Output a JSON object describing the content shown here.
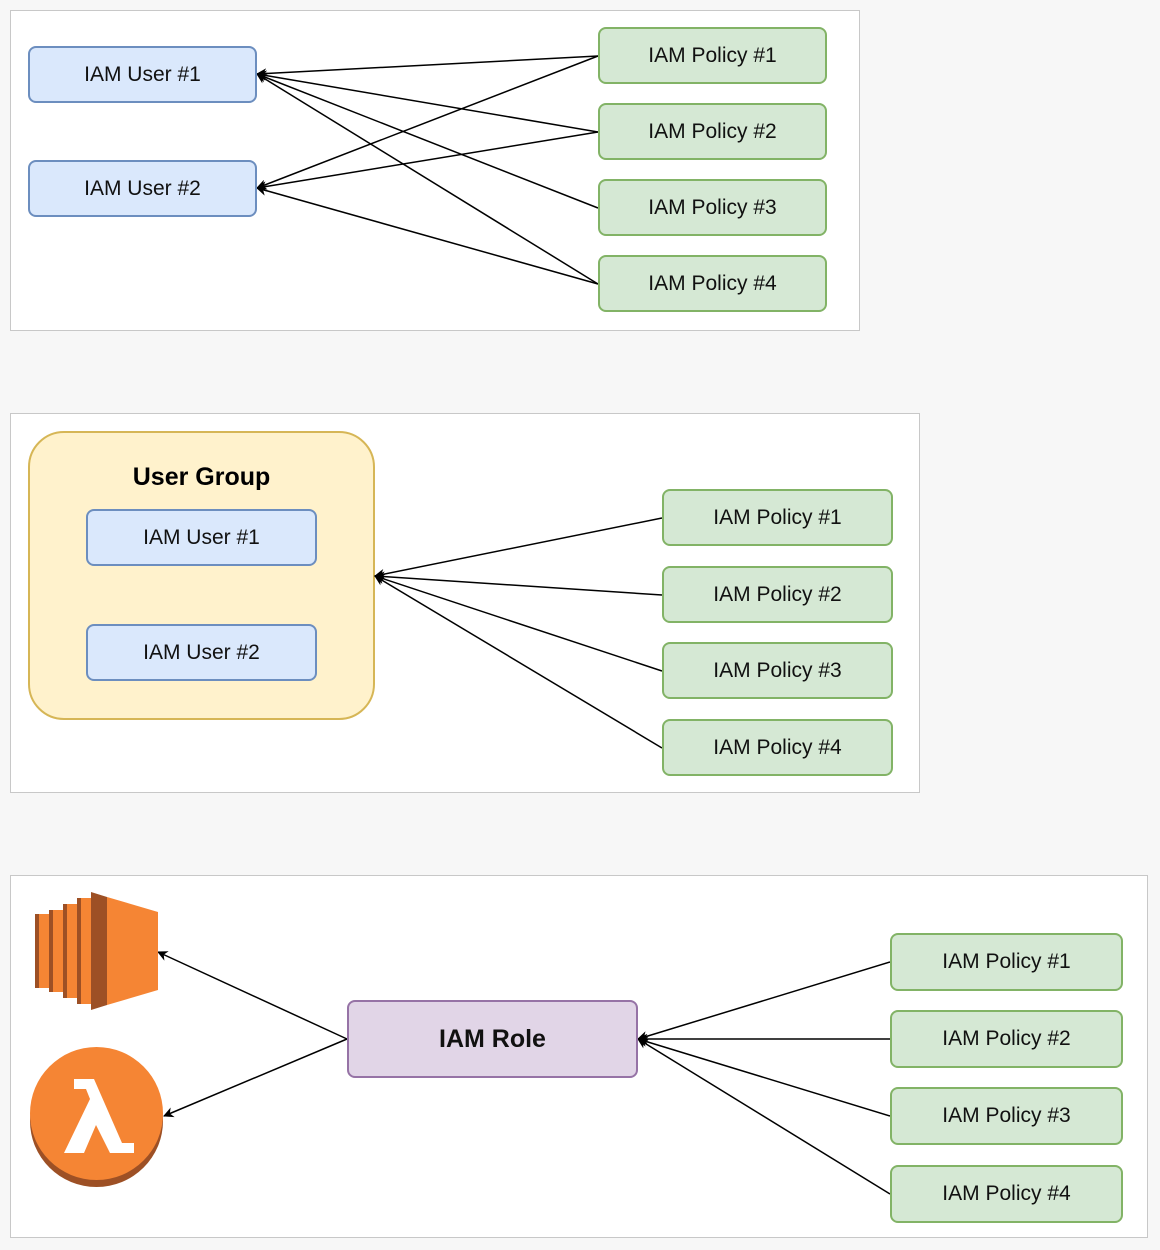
{
  "colors": {
    "background": "#f7f7f7",
    "panel": "#ffffff",
    "panel_border": "#c8c8c8",
    "user_fill": "#dae8fc",
    "user_border": "#6c8ebf",
    "policy_fill": "#d5e8d4",
    "policy_border": "#82b366",
    "group_fill": "#fff2cc",
    "group_border": "#d6b656",
    "role_fill": "#e1d5e7",
    "role_border": "#9673a6",
    "aws_orange": "#f58534",
    "aws_dark_orange": "#9d5025",
    "edge": "#000000"
  },
  "diagram1": {
    "users": [
      "IAM User #1",
      "IAM User #2"
    ],
    "policies": [
      "IAM Policy #1",
      "IAM Policy #2",
      "IAM Policy #3",
      "IAM Policy #4"
    ]
  },
  "diagram2": {
    "group_title": "User Group",
    "users": [
      "IAM User #1",
      "IAM User #2"
    ],
    "policies": [
      "IAM Policy #1",
      "IAM Policy #2",
      "IAM Policy #3",
      "IAM Policy #4"
    ]
  },
  "diagram3": {
    "role": "IAM Role",
    "services": [
      {
        "name": "Amazon EC2",
        "icon": "ec2-icon"
      },
      {
        "name": "AWS Lambda",
        "icon": "lambda-icon"
      }
    ],
    "policies": [
      "IAM Policy #1",
      "IAM Policy #2",
      "IAM Policy #3",
      "IAM Policy #4"
    ]
  }
}
